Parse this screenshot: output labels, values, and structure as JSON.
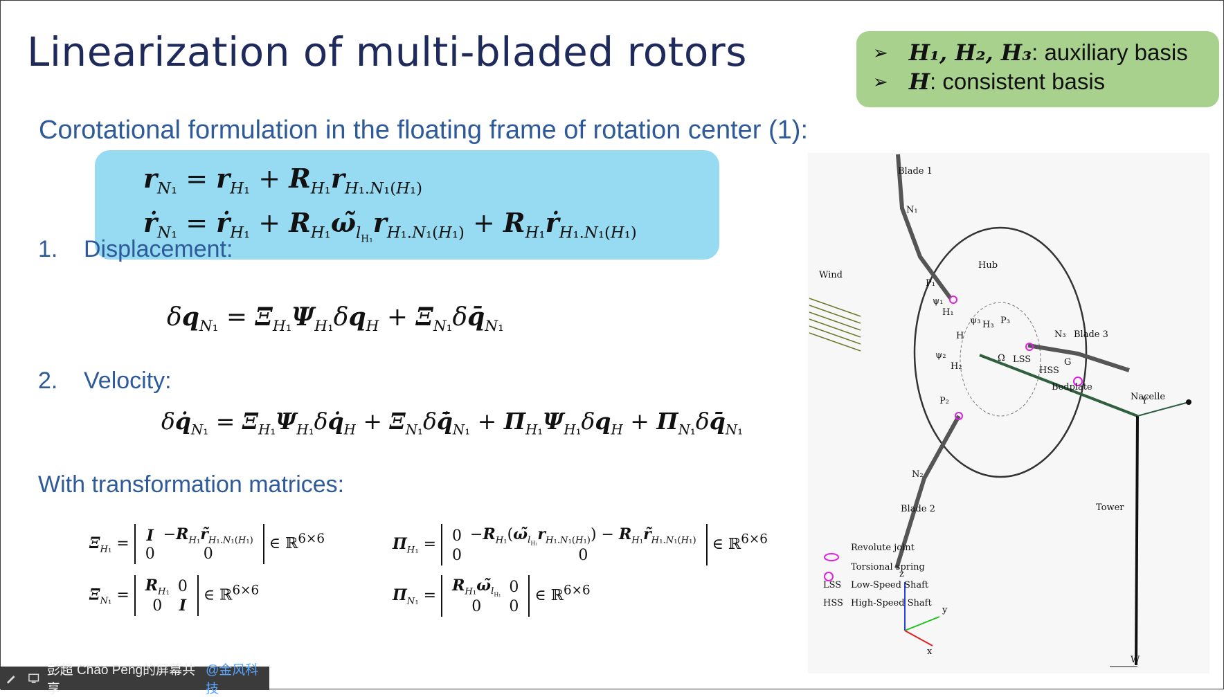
{
  "slide": {
    "title": "Linearization of multi-bladed rotors",
    "note": {
      "line1_symbols": "H₁, H₂, H₃",
      "line1_text": ": auxiliary basis",
      "line2_symbol": "H",
      "line2_text": ": consistent basis"
    },
    "subtitle": "Corotational formulation in the floating frame of rotation center (1):",
    "section1": {
      "number": "1.",
      "label": "Displacement:"
    },
    "section2": {
      "number": "2.",
      "label": "Velocity:"
    },
    "matrices_heading": "With transformation matrices:",
    "matrix_space": "ℝ",
    "matrix_dim": "6×6"
  },
  "figure": {
    "labels": {
      "blade1": "Blade 1",
      "blade2": "Blade 2",
      "blade3": "Blade 3",
      "hub": "Hub",
      "wind": "Wind",
      "lss": "LSS",
      "hss": "HSS",
      "bedplate": "Bedplate",
      "nacelle": "Nacelle",
      "tower": "Tower",
      "omega": "Ω",
      "n1": "N₁",
      "n2": "N₂",
      "n3": "N₃",
      "p1": "P₁",
      "p2": "P₂",
      "p3": "P₃",
      "h": "H",
      "h1": "H₁",
      "h2": "H₂",
      "h3": "H₃",
      "psi1": "ψ₁",
      "psi2": "ψ₂",
      "psi3": "ψ₃",
      "g": "G",
      "y_joint": "Y",
      "w": "W",
      "axis_x": "x",
      "axis_y": "y",
      "axis_z": "z"
    },
    "legend": {
      "revolute": "Revolute joint",
      "torsional": "Torsional spring",
      "lss_abbr": "LSS",
      "lss_full": "Low-Speed Shaft",
      "hss_abbr": "HSS",
      "hss_full": "High-Speed Shaft"
    },
    "colors": {
      "magenta": "#e020e0",
      "blade": "#555555",
      "shaft": "#2f5f3f"
    }
  },
  "share_bar": {
    "text": "彭超 Chao Peng的屏幕共享",
    "brand": "@金风科技"
  }
}
